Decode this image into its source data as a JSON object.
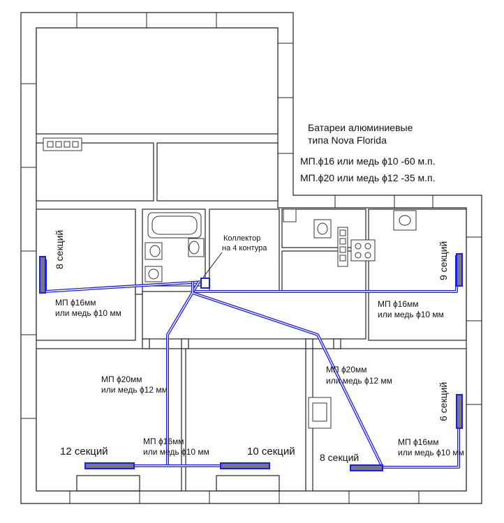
{
  "header": {
    "line1": "Батареи алюминиевые",
    "line2": "типа Nova Florida",
    "spec1": "МП.ϕ16 или медь ϕ10 -60 м.п.",
    "spec2": "МП.ϕ20 или медь ϕ12 -35 м.п."
  },
  "collector": {
    "line1": "Коллектор",
    "line2": "на 4 контура"
  },
  "radiators": {
    "r_left": "8 секций",
    "r_right": "9 секций",
    "r_br_vertical": "6 секций",
    "r_bottom_mid": "8 секций",
    "r_bottom_left": "12 секций",
    "r_bottom_right": "10 секций"
  },
  "pipes": {
    "left_1": "МП ϕ16мм",
    "left_2": "или медь ϕ10 мм",
    "right_1": "МП ϕ16мм",
    "right_2": "или медь ϕ10 мм",
    "center_1": "МП ϕ20мм",
    "center_2": "или медь ϕ12 мм",
    "bottom_1": "МП ϕ16мм",
    "bottom_2": "или медь ϕ10 мм",
    "diag_1": "МП ϕ20мм",
    "diag_2": "или медь ϕ12 мм",
    "br_1": "МП ϕ16мм",
    "br_2": "или медь ϕ10 мм"
  },
  "colors": {
    "pipe": "#1a1aff",
    "radiator": "#777777",
    "wall": "#222222"
  }
}
